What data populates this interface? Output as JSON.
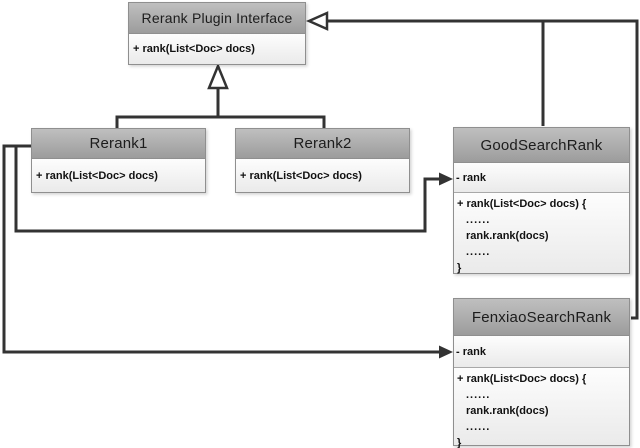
{
  "diagram": {
    "kind": "uml-class-diagram",
    "background": "#ffffff",
    "colors": {
      "header_gradient_top": "#bfbfbf",
      "header_gradient_bottom": "#9c9c9c",
      "body_gradient_top": "#fdfdfd",
      "body_gradient_bottom": "#eaeaea",
      "box_border": "#8f8f8f",
      "connector": "#333333",
      "text": "#1c1c1c"
    },
    "classes": {
      "interface": {
        "name": "Rerank Plugin Interface",
        "methods": [
          "+ rank(List<Doc> docs)"
        ]
      },
      "rerank1": {
        "name": "Rerank1",
        "methods": [
          "+ rank(List<Doc> docs)"
        ]
      },
      "rerank2": {
        "name": "Rerank2",
        "methods": [
          "+ rank(List<Doc> docs)"
        ]
      },
      "good_search_rank": {
        "name": "GoodSearchRank",
        "attributes": [
          "- rank"
        ],
        "body_lines": [
          "+ rank(List<Doc> docs) {",
          "......",
          "rank.rank(docs)",
          "......",
          "}"
        ]
      },
      "fenxiao_search_rank": {
        "name": "FenxiaoSearchRank",
        "attributes": [
          "- rank"
        ],
        "body_lines": [
          "+ rank(List<Doc> docs) {",
          "......",
          "rank.rank(docs)",
          "......",
          "}"
        ]
      }
    },
    "relationships": [
      {
        "type": "generalization",
        "from": "Rerank1",
        "to": "Rerank Plugin Interface"
      },
      {
        "type": "generalization",
        "from": "Rerank2",
        "to": "Rerank Plugin Interface"
      },
      {
        "type": "generalization",
        "from": "GoodSearchRank",
        "to": "Rerank Plugin Interface"
      },
      {
        "type": "generalization",
        "from": "FenxiaoSearchRank",
        "to": "Rerank Plugin Interface"
      },
      {
        "type": "association",
        "from": "Rerank1",
        "to": "GoodSearchRank.rank"
      },
      {
        "type": "association",
        "from": "Rerank1",
        "to": "FenxiaoSearchRank.rank"
      }
    ]
  }
}
